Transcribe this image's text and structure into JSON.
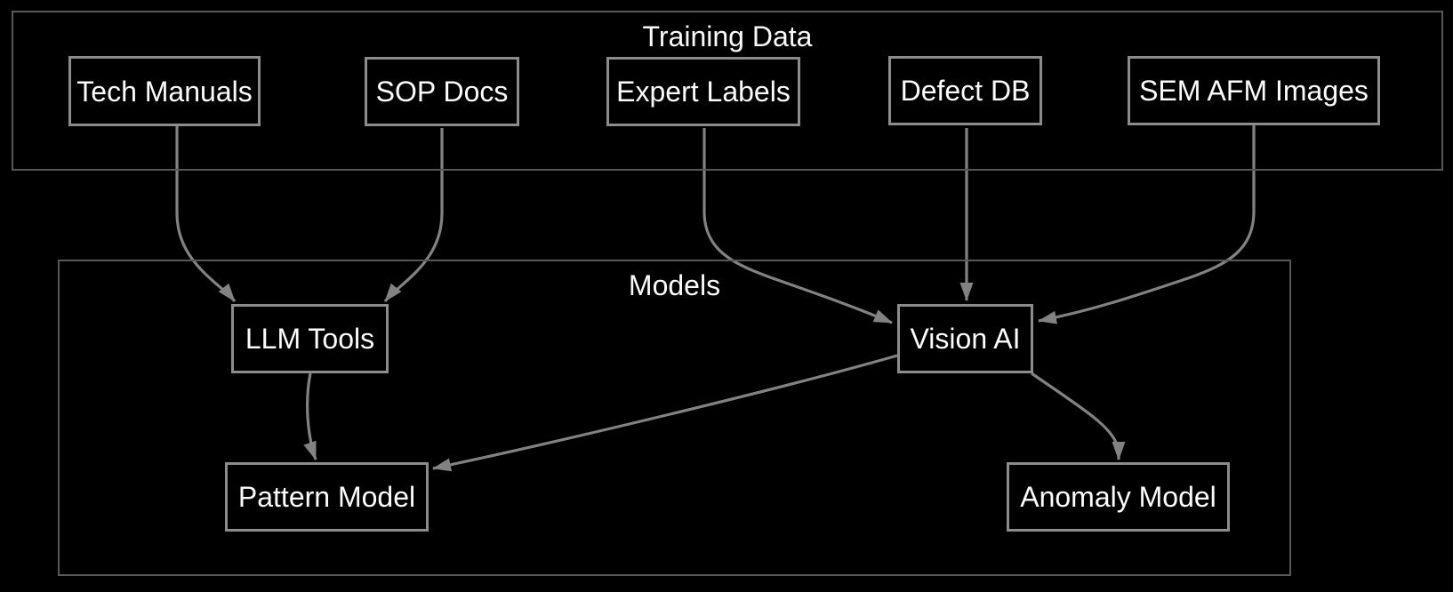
{
  "diagram": {
    "type": "flowchart",
    "background_color": "#000000",
    "colors": {
      "cluster_border": "#575757",
      "node_border": "#8c8c8c",
      "edge": "#828282",
      "text": "#fcfcfc"
    },
    "clusters": {
      "training_data": {
        "label": "Training Data"
      },
      "models": {
        "label": "Models"
      }
    },
    "nodes": {
      "tech_manuals": {
        "label": "Tech Manuals",
        "cluster": "training_data"
      },
      "sop_docs": {
        "label": "SOP Docs",
        "cluster": "training_data"
      },
      "expert_labels": {
        "label": "Expert Labels",
        "cluster": "training_data"
      },
      "defect_db": {
        "label": "Defect DB",
        "cluster": "training_data"
      },
      "sem_afm_images": {
        "label": "SEM AFM Images",
        "cluster": "training_data"
      },
      "llm_tools": {
        "label": "LLM Tools",
        "cluster": "models"
      },
      "vision_ai": {
        "label": "Vision AI",
        "cluster": "models"
      },
      "pattern_model": {
        "label": "Pattern Model",
        "cluster": "models"
      },
      "anomaly_model": {
        "label": "Anomaly Model",
        "cluster": "models"
      }
    },
    "edges": [
      {
        "from": "tech_manuals",
        "to": "llm_tools"
      },
      {
        "from": "sop_docs",
        "to": "llm_tools"
      },
      {
        "from": "expert_labels",
        "to": "vision_ai"
      },
      {
        "from": "defect_db",
        "to": "vision_ai"
      },
      {
        "from": "sem_afm_images",
        "to": "vision_ai"
      },
      {
        "from": "llm_tools",
        "to": "pattern_model"
      },
      {
        "from": "vision_ai",
        "to": "pattern_model"
      },
      {
        "from": "vision_ai",
        "to": "anomaly_model"
      }
    ]
  }
}
